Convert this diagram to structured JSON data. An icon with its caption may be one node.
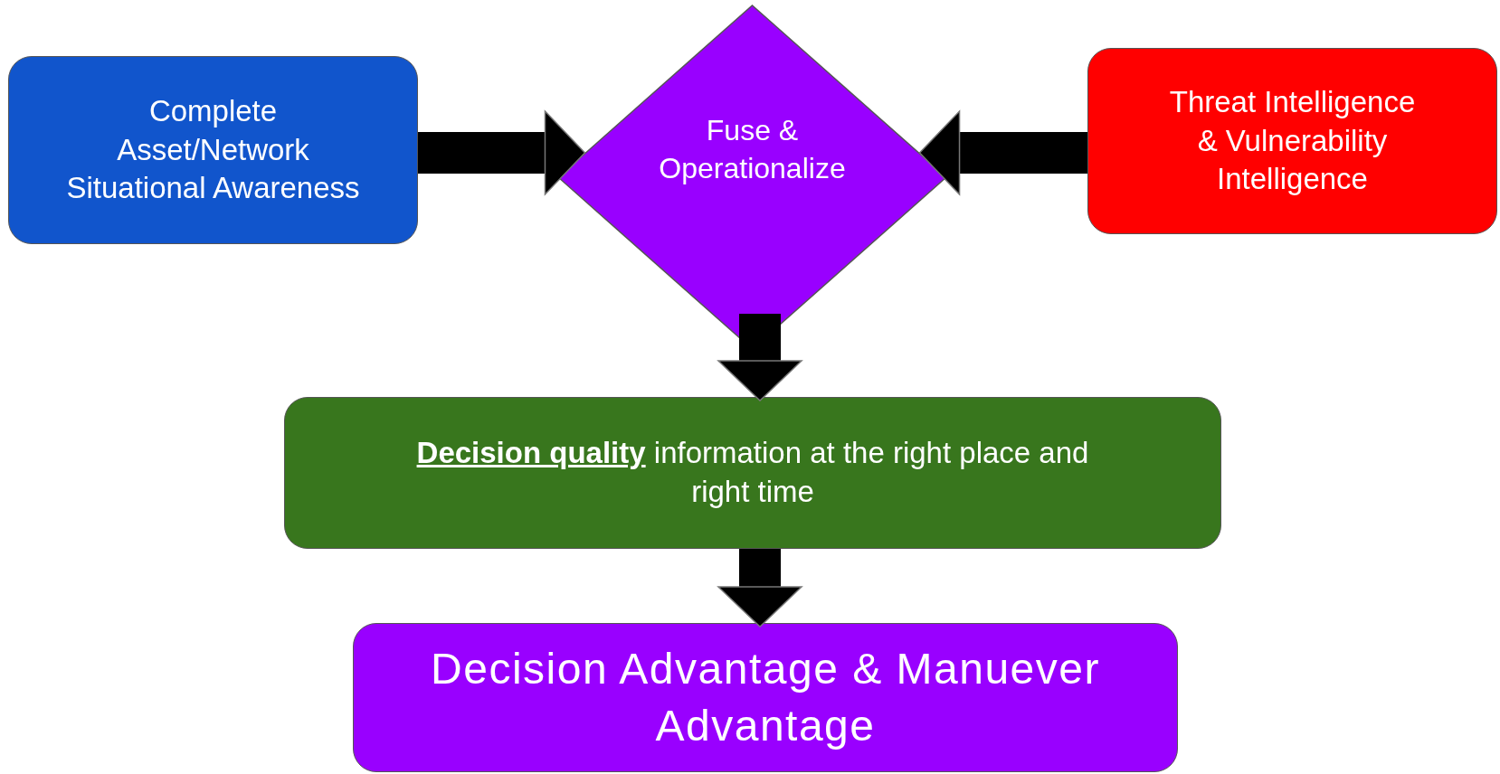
{
  "diagram": {
    "nodes": [
      {
        "text": [
          "Complete Asset/Network Situational Awareness"
        ]
      },
      {
        "text": [
          "Fuse & Operationalize"
        ]
      },
      {
        "text": [
          "Threat Intelligence & Vulnerability Intelligence"
        ]
      },
      {
        "text": [
          "**Decision quality** information at the right place and right time"
        ]
      },
      {
        "text": [
          "Decision Advantage & Manuever Advantage"
        ]
      }
    ],
    "edges": [
      {
        "from": 0,
        "to": 1,
        "arrow": "to"
      },
      {
        "from": 2,
        "to": 1,
        "arrow": "to"
      },
      {
        "from": 1,
        "to": 3,
        "arrow": "to"
      },
      {
        "from": 3,
        "to": 4,
        "arrow": "to"
      }
    ]
  }
}
